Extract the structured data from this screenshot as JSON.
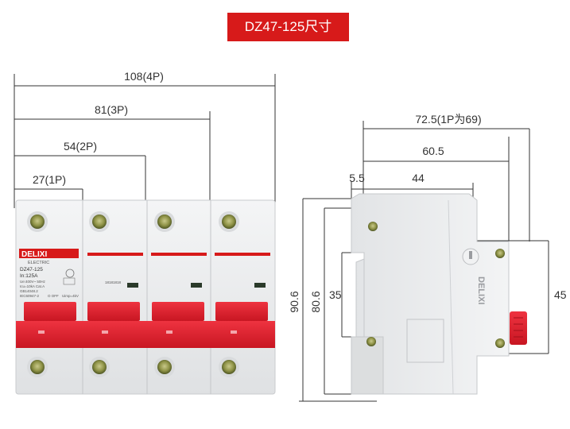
{
  "title": "DZ47-125尺寸",
  "front_view": {
    "dimensions": {
      "width_4p": "108(4P)",
      "width_3p": "81(3P)",
      "width_2p": "54(2P)",
      "width_1p": "27(1P)"
    },
    "label": {
      "brand": "DELIXI",
      "sub": "ELECTRIC",
      "model": "DZ47-125",
      "rating": "In:125A",
      "spec1": "Ue:400V~ 50Hz",
      "spec2": "Icu=10kA  Cat.A",
      "spec3": "GB14048.2",
      "spec4": "IEC60947-2",
      "off": "O OFF",
      "uimp": "Uimp=4kV",
      "code": "18181818"
    }
  },
  "side_view": {
    "dimensions": {
      "depth_total": "72.5(1P为69)",
      "depth_mid": "60.5",
      "depth_body": "44",
      "offset": "5.5",
      "height_total": "90.6",
      "height_body": "80.6",
      "rail_height": "35",
      "handle_height": "45"
    },
    "label": "DELIXI"
  },
  "colors": {
    "accent_red": "#d71a1a",
    "body_white": "#eceef0",
    "handle_red": "#e0202c",
    "line": "#333333"
  }
}
